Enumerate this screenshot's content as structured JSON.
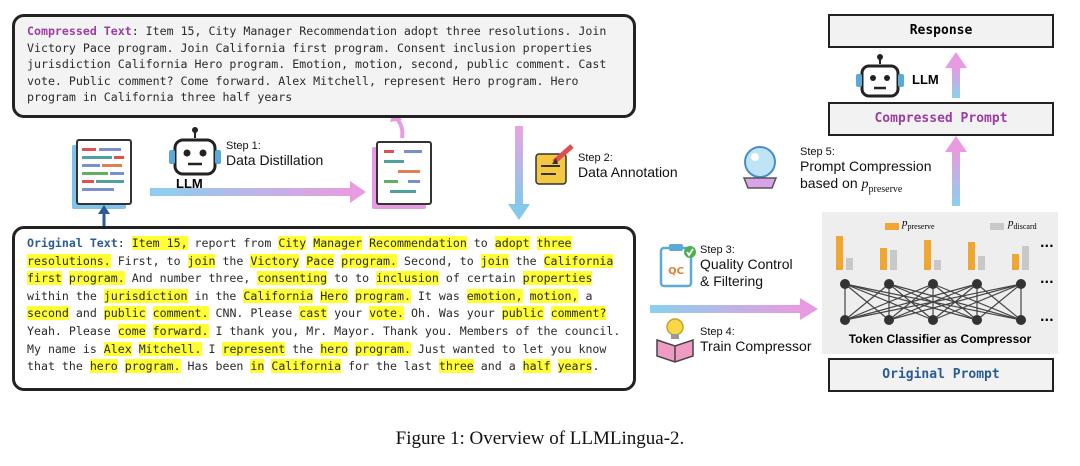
{
  "compressed": {
    "label": "Compressed Text",
    "text": ": Item 15, City Manager Recommendation adopt three resolutions. Join Victory Pace program. Join California first program. Consent inclusion properties jurisdiction California Hero program. Emotion, motion, second, public comment. Cast vote. Public comment? Come forward. Alex Mitchell, represent Hero program. Hero program in California three half years"
  },
  "original": {
    "label": "Original Text",
    "segments": [
      {
        "t": ": ",
        "h": false
      },
      {
        "t": "Item 15,",
        "h": true
      },
      {
        "t": " report from ",
        "h": false
      },
      {
        "t": "City",
        "h": true
      },
      {
        "t": " ",
        "h": false
      },
      {
        "t": "Manager",
        "h": true
      },
      {
        "t": " ",
        "h": false
      },
      {
        "t": "Recommendation",
        "h": true
      },
      {
        "t": " to ",
        "h": false
      },
      {
        "t": "adopt",
        "h": true
      },
      {
        "t": " ",
        "h": false
      },
      {
        "t": "three",
        "h": true
      },
      {
        "t": " ",
        "h": false
      },
      {
        "t": "resolutions.",
        "h": true
      },
      {
        "t": " First, to ",
        "h": false
      },
      {
        "t": "join",
        "h": true
      },
      {
        "t": " the ",
        "h": false
      },
      {
        "t": "Victory",
        "h": true
      },
      {
        "t": " ",
        "h": false
      },
      {
        "t": "Pace",
        "h": true
      },
      {
        "t": " ",
        "h": false
      },
      {
        "t": "program.",
        "h": true
      },
      {
        "t": " Second, to ",
        "h": false
      },
      {
        "t": "join",
        "h": true
      },
      {
        "t": " the ",
        "h": false
      },
      {
        "t": "California",
        "h": true
      },
      {
        "t": " ",
        "h": false
      },
      {
        "t": "first",
        "h": true
      },
      {
        "t": " ",
        "h": false
      },
      {
        "t": "program.",
        "h": true
      },
      {
        "t": " And number three, ",
        "h": false
      },
      {
        "t": "consenting",
        "h": true
      },
      {
        "t": " to to ",
        "h": false
      },
      {
        "t": "inclusion",
        "h": true
      },
      {
        "t": " of ",
        "h": false
      },
      {
        "t": "certain ",
        "h": false
      },
      {
        "t": "properties",
        "h": true
      },
      {
        "t": " within the ",
        "h": false
      },
      {
        "t": "jurisdiction",
        "h": true
      },
      {
        "t": " in the ",
        "h": false
      },
      {
        "t": "California",
        "h": true
      },
      {
        "t": " ",
        "h": false
      },
      {
        "t": "Hero",
        "h": true
      },
      {
        "t": " ",
        "h": false
      },
      {
        "t": "program.",
        "h": true
      },
      {
        "t": " It ",
        "h": false
      },
      {
        "t": "was ",
        "h": false
      },
      {
        "t": "emotion,",
        "h": true
      },
      {
        "t": " ",
        "h": false
      },
      {
        "t": "motion,",
        "h": true
      },
      {
        "t": " a ",
        "h": false
      },
      {
        "t": "second",
        "h": true
      },
      {
        "t": " and ",
        "h": false
      },
      {
        "t": "public",
        "h": true
      },
      {
        "t": " ",
        "h": false
      },
      {
        "t": "comment.",
        "h": true
      },
      {
        "t": " CNN. Please ",
        "h": false
      },
      {
        "t": "cast",
        "h": true
      },
      {
        "t": " your ",
        "h": false
      },
      {
        "t": "vote.",
        "h": true
      },
      {
        "t": " ",
        "h": false
      },
      {
        "t": "Oh. Was your ",
        "h": false
      },
      {
        "t": "public",
        "h": true
      },
      {
        "t": " ",
        "h": false
      },
      {
        "t": "comment?",
        "h": true
      },
      {
        "t": " Yeah. Please ",
        "h": false
      },
      {
        "t": "come",
        "h": true
      },
      {
        "t": " ",
        "h": false
      },
      {
        "t": "forward.",
        "h": true
      },
      {
        "t": " I thank you, Mr. Mayor. ",
        "h": false
      },
      {
        "t": "Thank you. Members of the council. My name is ",
        "h": false
      },
      {
        "t": "Alex",
        "h": true
      },
      {
        "t": " ",
        "h": false
      },
      {
        "t": "Mitchell.",
        "h": true
      },
      {
        "t": " I ",
        "h": false
      },
      {
        "t": "represent",
        "h": true
      },
      {
        "t": " the ",
        "h": false
      },
      {
        "t": "hero",
        "h": true
      },
      {
        "t": " ",
        "h": false
      },
      {
        "t": "program.",
        "h": true
      },
      {
        "t": " Just wanted to let you know that the ",
        "h": false
      },
      {
        "t": "hero",
        "h": true
      },
      {
        "t": " ",
        "h": false
      },
      {
        "t": "program.",
        "h": true
      },
      {
        "t": " Has been ",
        "h": false
      },
      {
        "t": "in",
        "h": true
      },
      {
        "t": " ",
        "h": false
      },
      {
        "t": "California",
        "h": true
      },
      {
        "t": " for the last ",
        "h": false
      },
      {
        "t": "three",
        "h": true
      },
      {
        "t": " and a ",
        "h": false
      },
      {
        "t": "half",
        "h": true
      },
      {
        "t": " ",
        "h": false
      },
      {
        "t": "years",
        "h": true
      },
      {
        "t": ".",
        "h": false
      }
    ]
  },
  "steps": {
    "s1": {
      "num": "Step 1:",
      "name": "Data Distillation"
    },
    "s2": {
      "num": "Step 2:",
      "name": "Data Annotation"
    },
    "s3": {
      "num": "Step 3:",
      "name1": "Quality Control",
      "name2": "& Filtering"
    },
    "s4": {
      "num": "Step 4:",
      "name": "Train Compressor"
    },
    "s5": {
      "num": "Step 5:",
      "name1": "Prompt Compression",
      "name2": "based on ",
      "sym": "p",
      "sub": "preserve"
    }
  },
  "llm_label": "LLM",
  "response_label": "Response",
  "compressed_prompt_label": "Compressed Prompt",
  "original_prompt_label": "Original Prompt",
  "classifier_label": "Token Classifier as Compressor",
  "legend": {
    "preserve_sym": "p",
    "preserve_sub": "preserve",
    "discard_sym": "p",
    "discard_sub": "discard"
  },
  "ellipsis": "...",
  "caption": "Figure 1: Overview of LLMLingua-2.",
  "colors": {
    "highlight": "#ffff33",
    "compressed_label": "#9b3ea3",
    "original_label": "#2a5b95",
    "preserve_bar": "#f0a630",
    "discard_bar": "#c8c8c8"
  }
}
